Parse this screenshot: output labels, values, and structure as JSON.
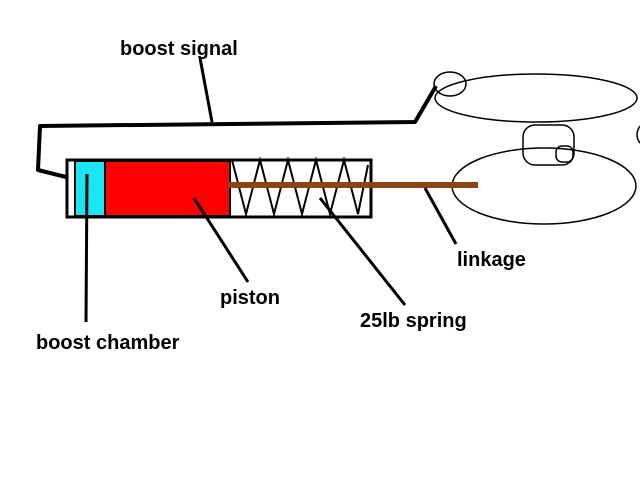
{
  "labels": {
    "boost_signal": "boost signal",
    "linkage": "linkage",
    "piston": "piston",
    "spring": "25lb spring",
    "boost_chamber": "boost chamber"
  },
  "colors": {
    "background": "#ffffff",
    "outline": "#000000",
    "boost_chamber_fill": "#19e6f2",
    "piston_fill": "#ff0000",
    "linkage_rod": "#8b4513"
  }
}
